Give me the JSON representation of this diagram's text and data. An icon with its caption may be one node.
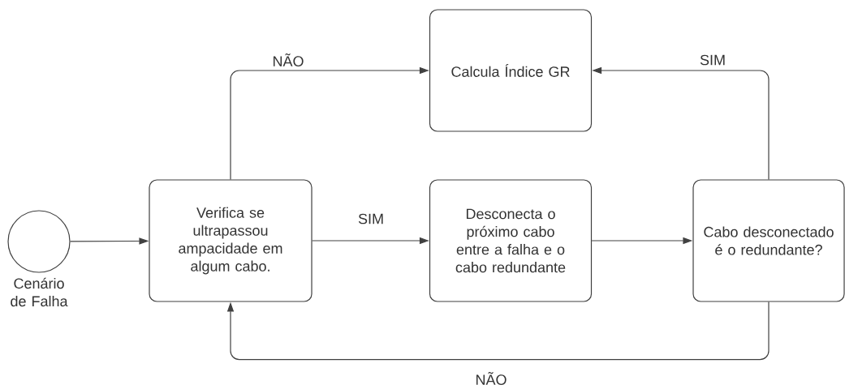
{
  "diagram": {
    "nodes": [
      {
        "text": [],
        "shape": "circle",
        "beside": [
          "Cenário de Falha"
        ]
      },
      {
        "text": [
          "Verifica se ultrapassou ampacidade em algum cabo."
        ]
      },
      {
        "text": [
          "Calcula Índice GR"
        ]
      },
      {
        "text": [
          "Desconecta o próximo cabo entre a falha e o cabo redundante"
        ]
      },
      {
        "text": [
          "Cabo desconectado é o redundante?"
        ]
      }
    ],
    "edges": [
      {
        "from": 0,
        "to": 1,
        "arrow": "to"
      },
      {
        "from": 1,
        "to": 3,
        "arrow": "to",
        "label": "SIM"
      },
      {
        "from": 1,
        "to": 2,
        "arrow": "to",
        "label": "NÃO"
      },
      {
        "from": 3,
        "to": 4,
        "arrow": "to"
      },
      {
        "from": 4,
        "to": 2,
        "arrow": "to",
        "label": "SIM"
      },
      {
        "from": 4,
        "to": 1,
        "arrow": "to",
        "label": "NÃO"
      }
    ]
  }
}
